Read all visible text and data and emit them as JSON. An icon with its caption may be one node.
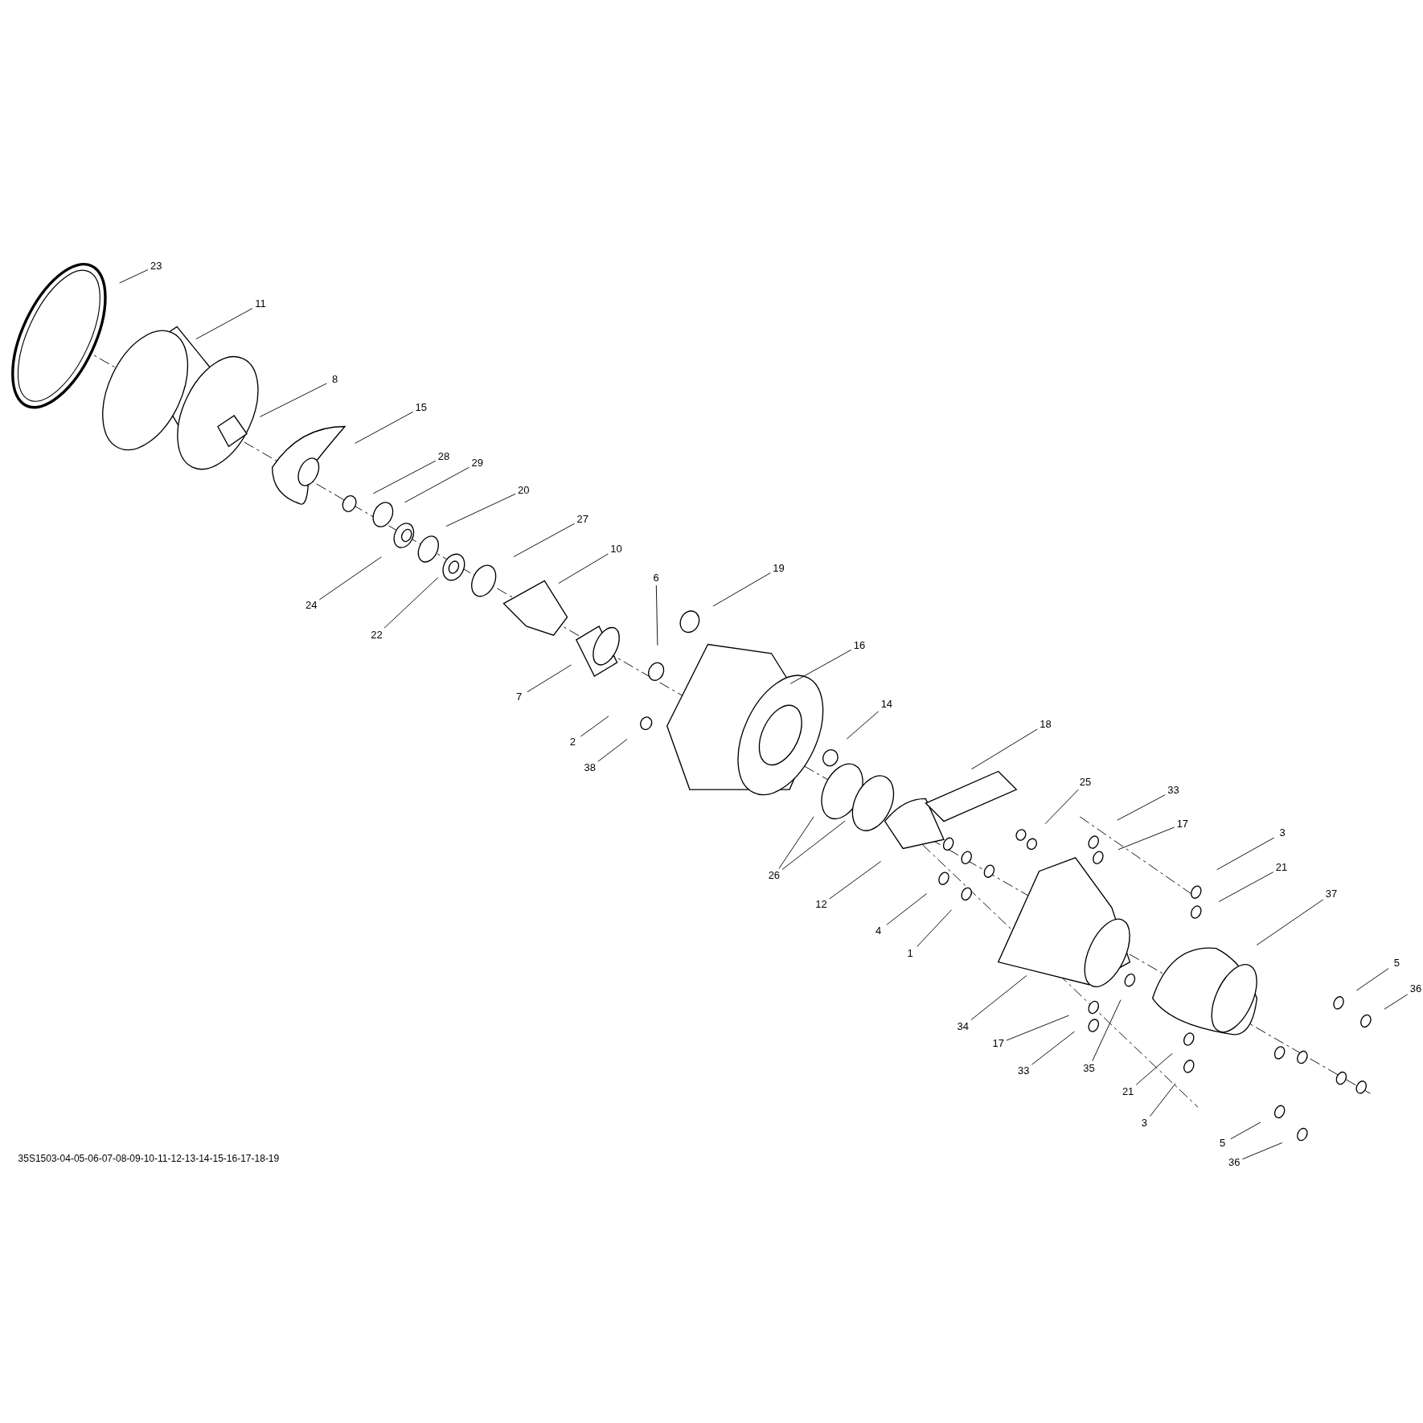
{
  "diagram": {
    "nodes": [
      {
        "text": [
          "23"
        ]
      },
      {
        "text": [
          "11"
        ]
      },
      {
        "text": [
          "8"
        ]
      },
      {
        "text": [
          "15"
        ]
      },
      {
        "text": [
          "28"
        ]
      },
      {
        "text": [
          "29"
        ]
      },
      {
        "text": [
          "20"
        ]
      },
      {
        "text": [
          "27"
        ]
      },
      {
        "text": [
          "10"
        ]
      },
      {
        "text": [
          "19"
        ]
      },
      {
        "text": [
          "6"
        ]
      },
      {
        "text": [
          "24"
        ]
      },
      {
        "text": [
          "22"
        ]
      },
      {
        "text": [
          "16"
        ]
      },
      {
        "text": [
          "7"
        ]
      },
      {
        "text": [
          "14"
        ]
      },
      {
        "text": [
          "18"
        ]
      },
      {
        "text": [
          "2"
        ]
      },
      {
        "text": [
          "38"
        ]
      },
      {
        "text": [
          "25"
        ]
      },
      {
        "text": [
          "33"
        ]
      },
      {
        "text": [
          "17"
        ]
      },
      {
        "text": [
          "3"
        ]
      },
      {
        "text": [
          "21"
        ]
      },
      {
        "text": [
          "26"
        ]
      },
      {
        "text": [
          "37"
        ]
      },
      {
        "text": [
          "12"
        ]
      },
      {
        "text": [
          "4"
        ]
      },
      {
        "text": [
          "1"
        ]
      },
      {
        "text": [
          "5"
        ]
      },
      {
        "text": [
          "36"
        ]
      },
      {
        "text": [
          "34"
        ]
      },
      {
        "text": [
          "17"
        ]
      },
      {
        "text": [
          "33"
        ]
      },
      {
        "text": [
          "35"
        ]
      },
      {
        "text": [
          "21"
        ]
      },
      {
        "text": [
          "3"
        ]
      },
      {
        "text": [
          "5"
        ]
      },
      {
        "text": [
          "36"
        ]
      }
    ],
    "edges": [
      {
        "from": 0,
        "to": null,
        "arrow": "none"
      },
      {
        "from": 1,
        "to": null,
        "arrow": "none"
      },
      {
        "from": 2,
        "to": null,
        "arrow": "none"
      },
      {
        "from": 3,
        "to": null,
        "arrow": "none"
      },
      {
        "from": 4,
        "to": null,
        "arrow": "none"
      },
      {
        "from": 5,
        "to": null,
        "arrow": "none"
      },
      {
        "from": 6,
        "to": null,
        "arrow": "none"
      },
      {
        "from": 7,
        "to": null,
        "arrow": "none"
      },
      {
        "from": 8,
        "to": null,
        "arrow": "none"
      },
      {
        "from": 9,
        "to": null,
        "arrow": "none"
      },
      {
        "from": 10,
        "to": null,
        "arrow": "none"
      },
      {
        "from": 11,
        "to": null,
        "arrow": "none"
      },
      {
        "from": 12,
        "to": null,
        "arrow": "none"
      },
      {
        "from": 13,
        "to": null,
        "arrow": "none"
      },
      {
        "from": 14,
        "to": null,
        "arrow": "none"
      },
      {
        "from": 15,
        "to": null,
        "arrow": "none"
      },
      {
        "from": 16,
        "to": null,
        "arrow": "none"
      },
      {
        "from": 17,
        "to": null,
        "arrow": "none"
      },
      {
        "from": 18,
        "to": null,
        "arrow": "none"
      },
      {
        "from": 19,
        "to": null,
        "arrow": "none"
      },
      {
        "from": 20,
        "to": null,
        "arrow": "none"
      },
      {
        "from": 21,
        "to": null,
        "arrow": "none"
      },
      {
        "from": 22,
        "to": null,
        "arrow": "none"
      },
      {
        "from": 23,
        "to": null,
        "arrow": "none"
      },
      {
        "from": 24,
        "to": null,
        "arrow": "none"
      },
      {
        "from": 24,
        "to": null,
        "arrow": "none"
      },
      {
        "from": 25,
        "to": null,
        "arrow": "none"
      },
      {
        "from": 26,
        "to": null,
        "arrow": "none"
      },
      {
        "from": 27,
        "to": null,
        "arrow": "none"
      },
      {
        "from": 28,
        "to": null,
        "arrow": "none"
      },
      {
        "from": 29,
        "to": null,
        "arrow": "none"
      },
      {
        "from": 30,
        "to": null,
        "arrow": "none"
      },
      {
        "from": 31,
        "to": null,
        "arrow": "none"
      },
      {
        "from": 32,
        "to": null,
        "arrow": "none"
      },
      {
        "from": 33,
        "to": null,
        "arrow": "none"
      },
      {
        "from": 34,
        "to": null,
        "arrow": "none"
      },
      {
        "from": 35,
        "to": null,
        "arrow": "none"
      },
      {
        "from": 36,
        "to": null,
        "arrow": "none"
      },
      {
        "from": 37,
        "to": null,
        "arrow": "none"
      },
      {
        "from": 38,
        "to": null,
        "arrow": "none"
      }
    ],
    "labels": [
      "35S1503-04-05-06-07-08-09-10-11-12-13-14-15-16-17-18-19"
    ]
  }
}
